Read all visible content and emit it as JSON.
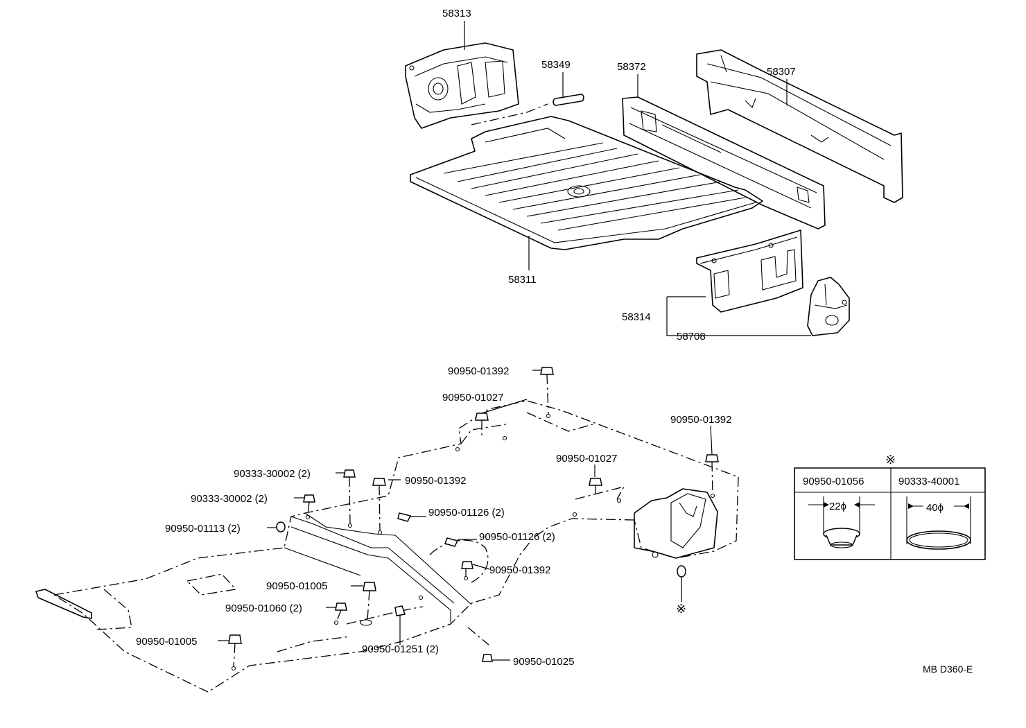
{
  "diagram_code": "MB D360-E",
  "upper_parts": {
    "p58313": "58313",
    "p58349": "58349",
    "p58372": "58372",
    "p58307": "58307",
    "p58311": "58311",
    "p58314": "58314",
    "p58708": "58708"
  },
  "lower_parts": {
    "plug_top": "90950-01392",
    "plug_a": "90950-01027",
    "plug_right": "90950-01392",
    "plug_b": "90950-01027",
    "clip_1": "90333-30002 (2)",
    "plug_c": "90950-01392",
    "clip_2": "90333-30002 (2)",
    "plug_d": "90950-01126 (2)",
    "plug_e": "90950-01113 (2)",
    "plug_f": "90950-01126 (2)",
    "plug_g": "90950-01392",
    "plug_h": "90950-01005",
    "plug_i": "90950-01060 (2)",
    "plug_j": "90950-01005",
    "plug_k": "90950-01251 (2)",
    "plug_l": "90950-01025"
  },
  "legend": {
    "mark": "※",
    "callout_mark": "※",
    "col1_part": "90950-01056",
    "col2_part": "90333-40001",
    "col1_size": "22ϕ",
    "col2_size": "40ϕ"
  }
}
